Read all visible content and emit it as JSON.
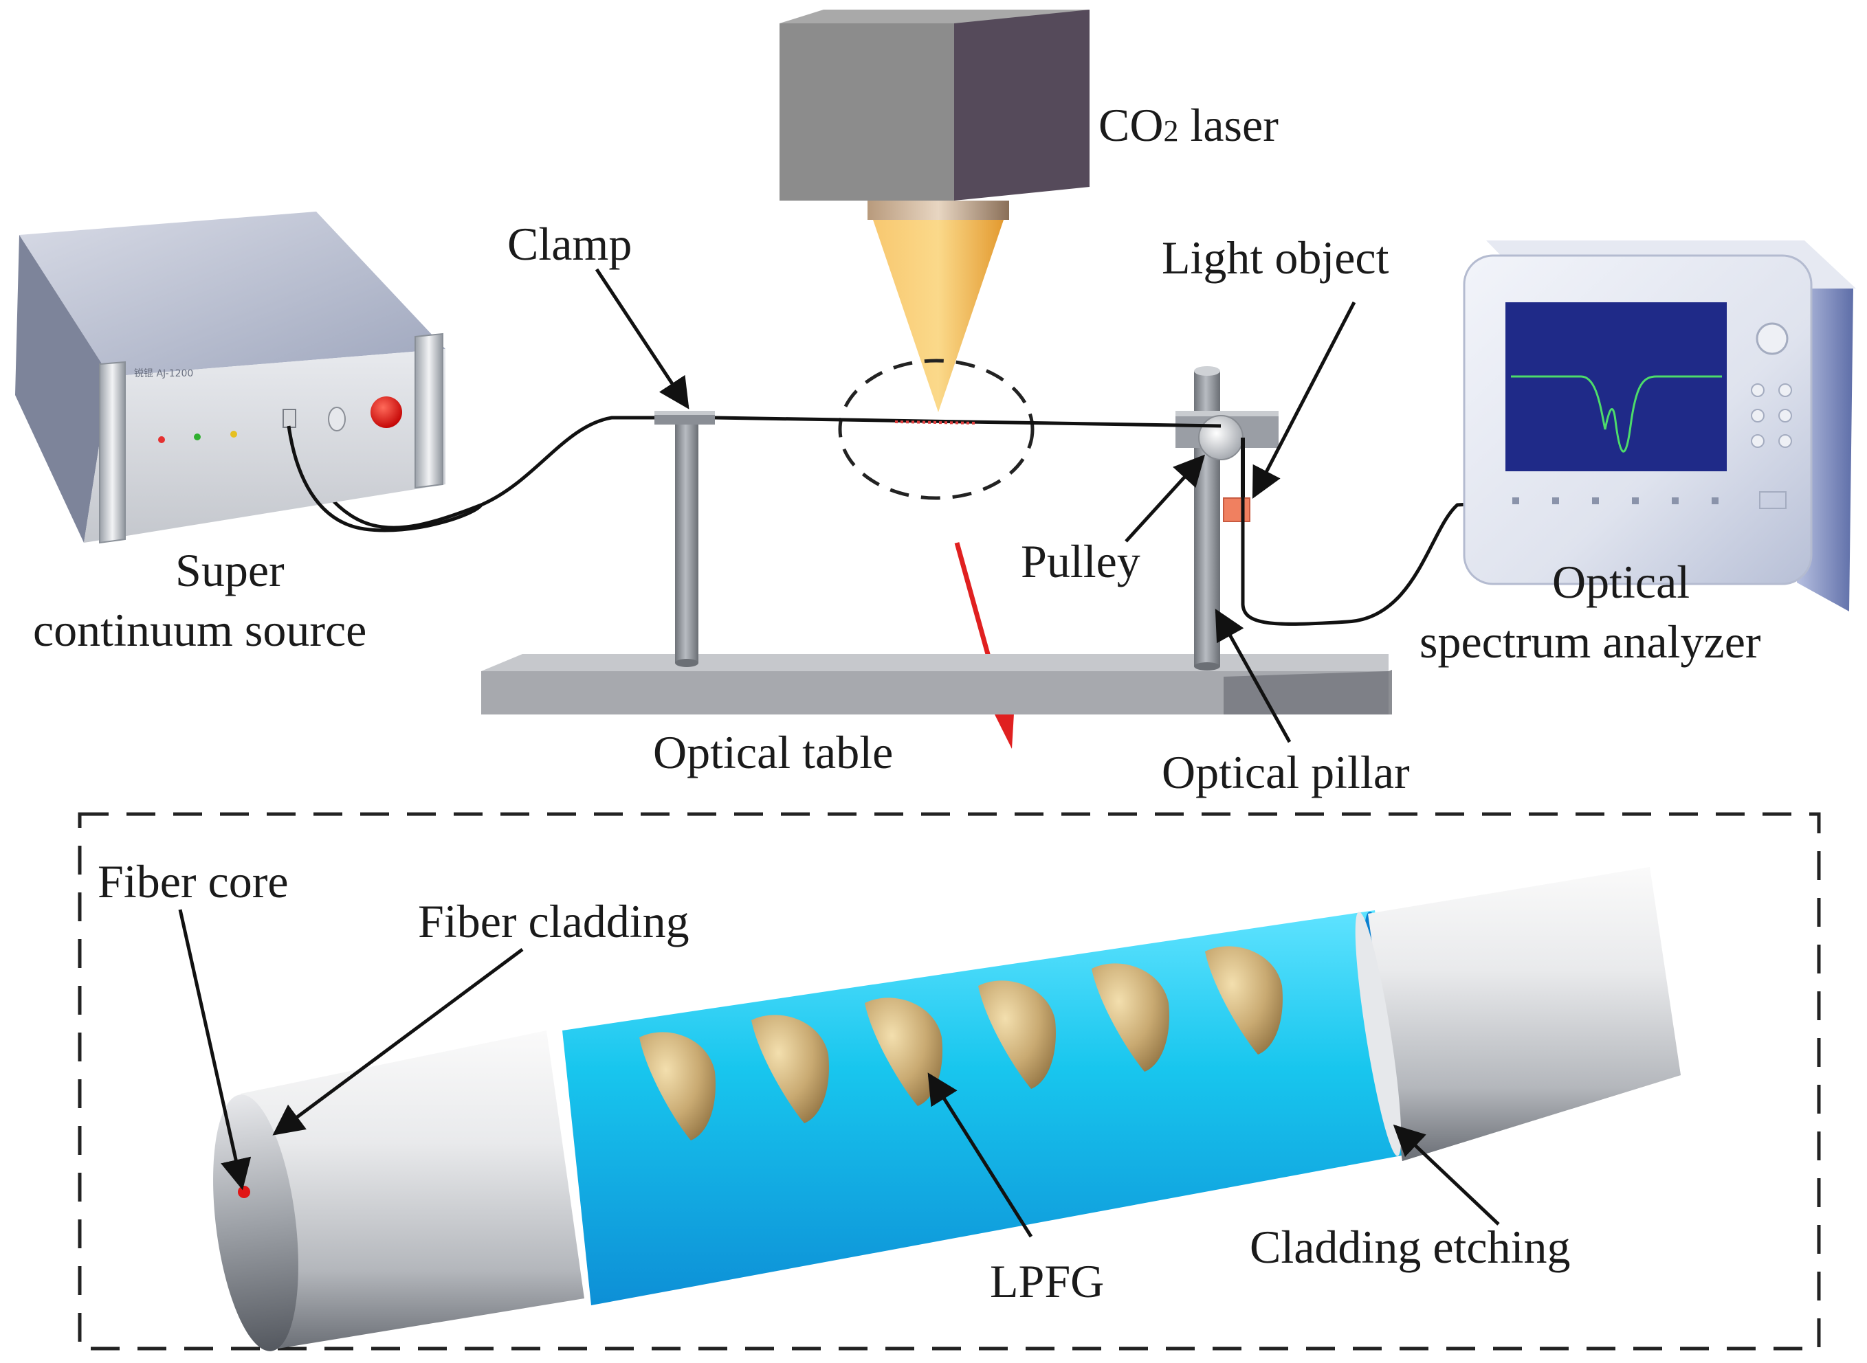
{
  "labels": {
    "co2_main": "CO",
    "co2_sub": "2",
    "co2_rest": " laser",
    "clamp": "Clamp",
    "light_object": "Light object",
    "super_line1": "Super",
    "super_line2": "continuum source",
    "pulley": "Pulley",
    "osa_line1": "Optical",
    "osa_line2": "spectrum analyzer",
    "optical_table": "Optical table",
    "optical_pillar": "Optical pillar",
    "fiber_core": "Fiber core",
    "fiber_cladding": "Fiber cladding",
    "lpfg": "LPFG",
    "cladding_etching": "Cladding etching",
    "device_brand": "锐锟 AJ-1200"
  },
  "colors": {
    "laser_light": "#8c8c8c",
    "laser_dark": "#554a5a",
    "beam": "#f5b850",
    "etched_region": "#18c6ee",
    "grating": "#c9aa72",
    "osa_screen": "#1f2a88",
    "osa_trace": "#4ddc6a",
    "knob_red": "#e01010",
    "arrow_red": "#e02020",
    "core_red": "#e01515"
  }
}
